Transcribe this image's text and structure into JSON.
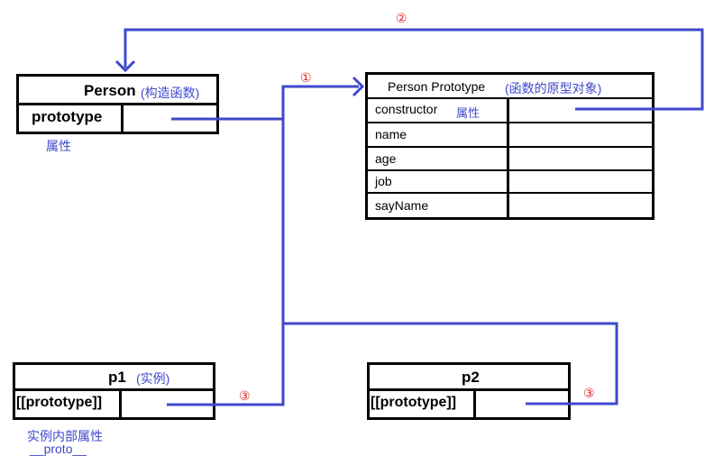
{
  "colors": {
    "connector": "#3f48cc",
    "annotation": "#3f48cc",
    "border": "#000000",
    "marker": "#e02020"
  },
  "markers": {
    "m1": "①",
    "m2": "②",
    "m3": "③"
  },
  "person": {
    "name": "Person",
    "note": "(构造函数)",
    "prototype_label": "prototype",
    "attr_label": "属性"
  },
  "proto": {
    "title": "Person Prototype",
    "note": "(函数的原型对象)",
    "rows": [
      {
        "label": "constructor",
        "note": "属性"
      },
      {
        "label": "name"
      },
      {
        "label": "age"
      },
      {
        "label": "job"
      },
      {
        "label": "sayName"
      }
    ]
  },
  "p1": {
    "name": "p1",
    "note": "(实例)",
    "proto_label": "[[prototype]]",
    "caption1": "实例内部属性",
    "caption2": "__proto__"
  },
  "p2": {
    "name": "p2",
    "proto_label": "[[prototype]]"
  }
}
